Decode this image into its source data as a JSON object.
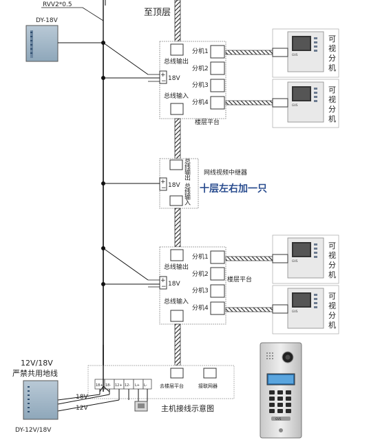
{
  "diagram": {
    "cable_spec": "RVV2*0.5",
    "to_top_floor": "至顶层",
    "power_top": "DY-18V",
    "distributor": {
      "bus_out": "总线输出",
      "bus_in": "总线输入",
      "voltage": "18V",
      "ports": [
        "分机1",
        "分机2",
        "分机3",
        "分机4"
      ],
      "floor_platform": "楼层平台"
    },
    "repeater": {
      "title": "网线视频中继器",
      "bus_out_v": [
        "总",
        "线",
        "输",
        "出"
      ],
      "bus_in_v": [
        "总",
        "线",
        "输",
        "入"
      ],
      "voltage": "18V",
      "note": "十层左右加一只"
    },
    "monitor_label_v": [
      "可",
      "视",
      "分",
      "机"
    ],
    "monitor_brand": "GVS",
    "power_bottom_label1": "12V/18V",
    "power_bottom_label2": "严禁共用地线",
    "power_bottom_model": "DY-12V/18V",
    "bottom_wire_18": "18V",
    "bottom_wire_12": "12V",
    "main_board": {
      "terminals": [
        "18+",
        "18-",
        "12+",
        "12-",
        "L+",
        "L-"
      ],
      "to_floor": "去楼层平台",
      "network": "接联网器"
    },
    "caption": "主机接线示意图",
    "door_station_name": "GVS"
  }
}
